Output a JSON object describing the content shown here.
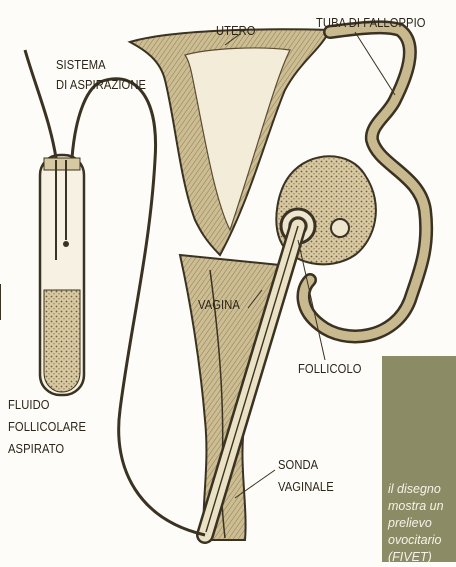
{
  "labels": {
    "utero": "UTERO",
    "tuba": "TUBA DI FALLOPPIO",
    "sistema_line1": "SISTEMA",
    "sistema_line2": "DI ASPIRAZIONE",
    "vagina": "VAGINA",
    "follicolo": "FOLLICOLO",
    "fluido_line1": "FLUIDO",
    "fluido_line2": "FOLLICOLARE",
    "fluido_line3": "ASPIRATO",
    "sonda_line1": "SONDA",
    "sonda_line2": "VAGINALE"
  },
  "caption": {
    "lines": [
      "il disegno",
      "mostra un",
      "prelievo",
      "ovocitario",
      "(FIVET)"
    ]
  },
  "colors": {
    "ink": "#3a3222",
    "tissue": "#c9b98e",
    "tissue_dark": "#8c7a55",
    "caption_bg": "#8b8c66",
    "caption_text": "#f5f3e6"
  }
}
